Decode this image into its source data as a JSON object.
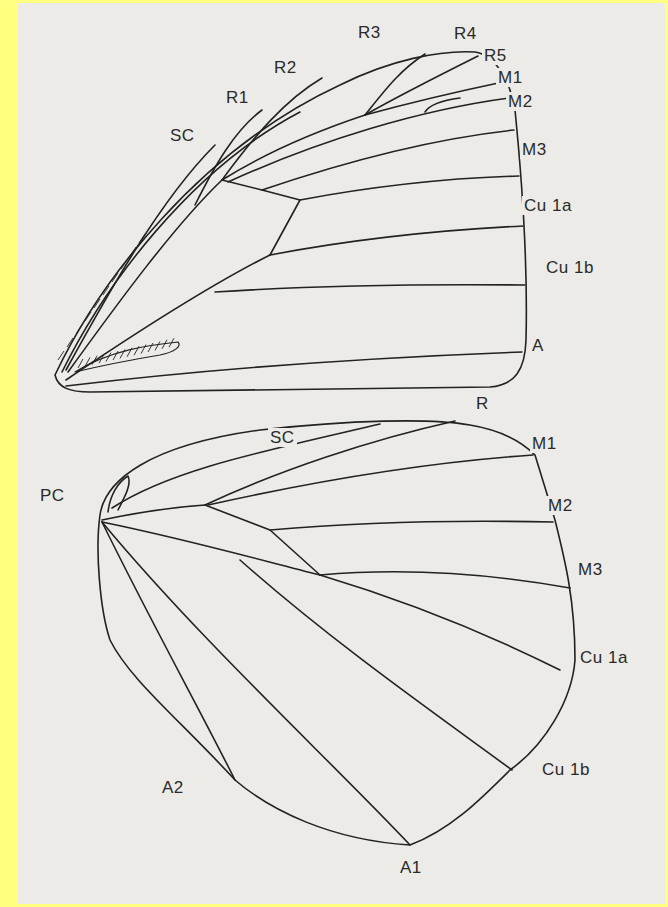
{
  "diagram": {
    "labels": [
      "SC",
      "R1",
      "R2",
      "R3",
      "R4",
      "R5",
      "M1",
      "M2",
      "M3",
      "Cu 1a",
      "Cu 1b",
      "A",
      "R",
      "SC",
      "PC",
      "M1",
      "M2",
      "M3",
      "Cu 1a",
      "Cu 1b",
      "A2",
      "A1"
    ]
  }
}
